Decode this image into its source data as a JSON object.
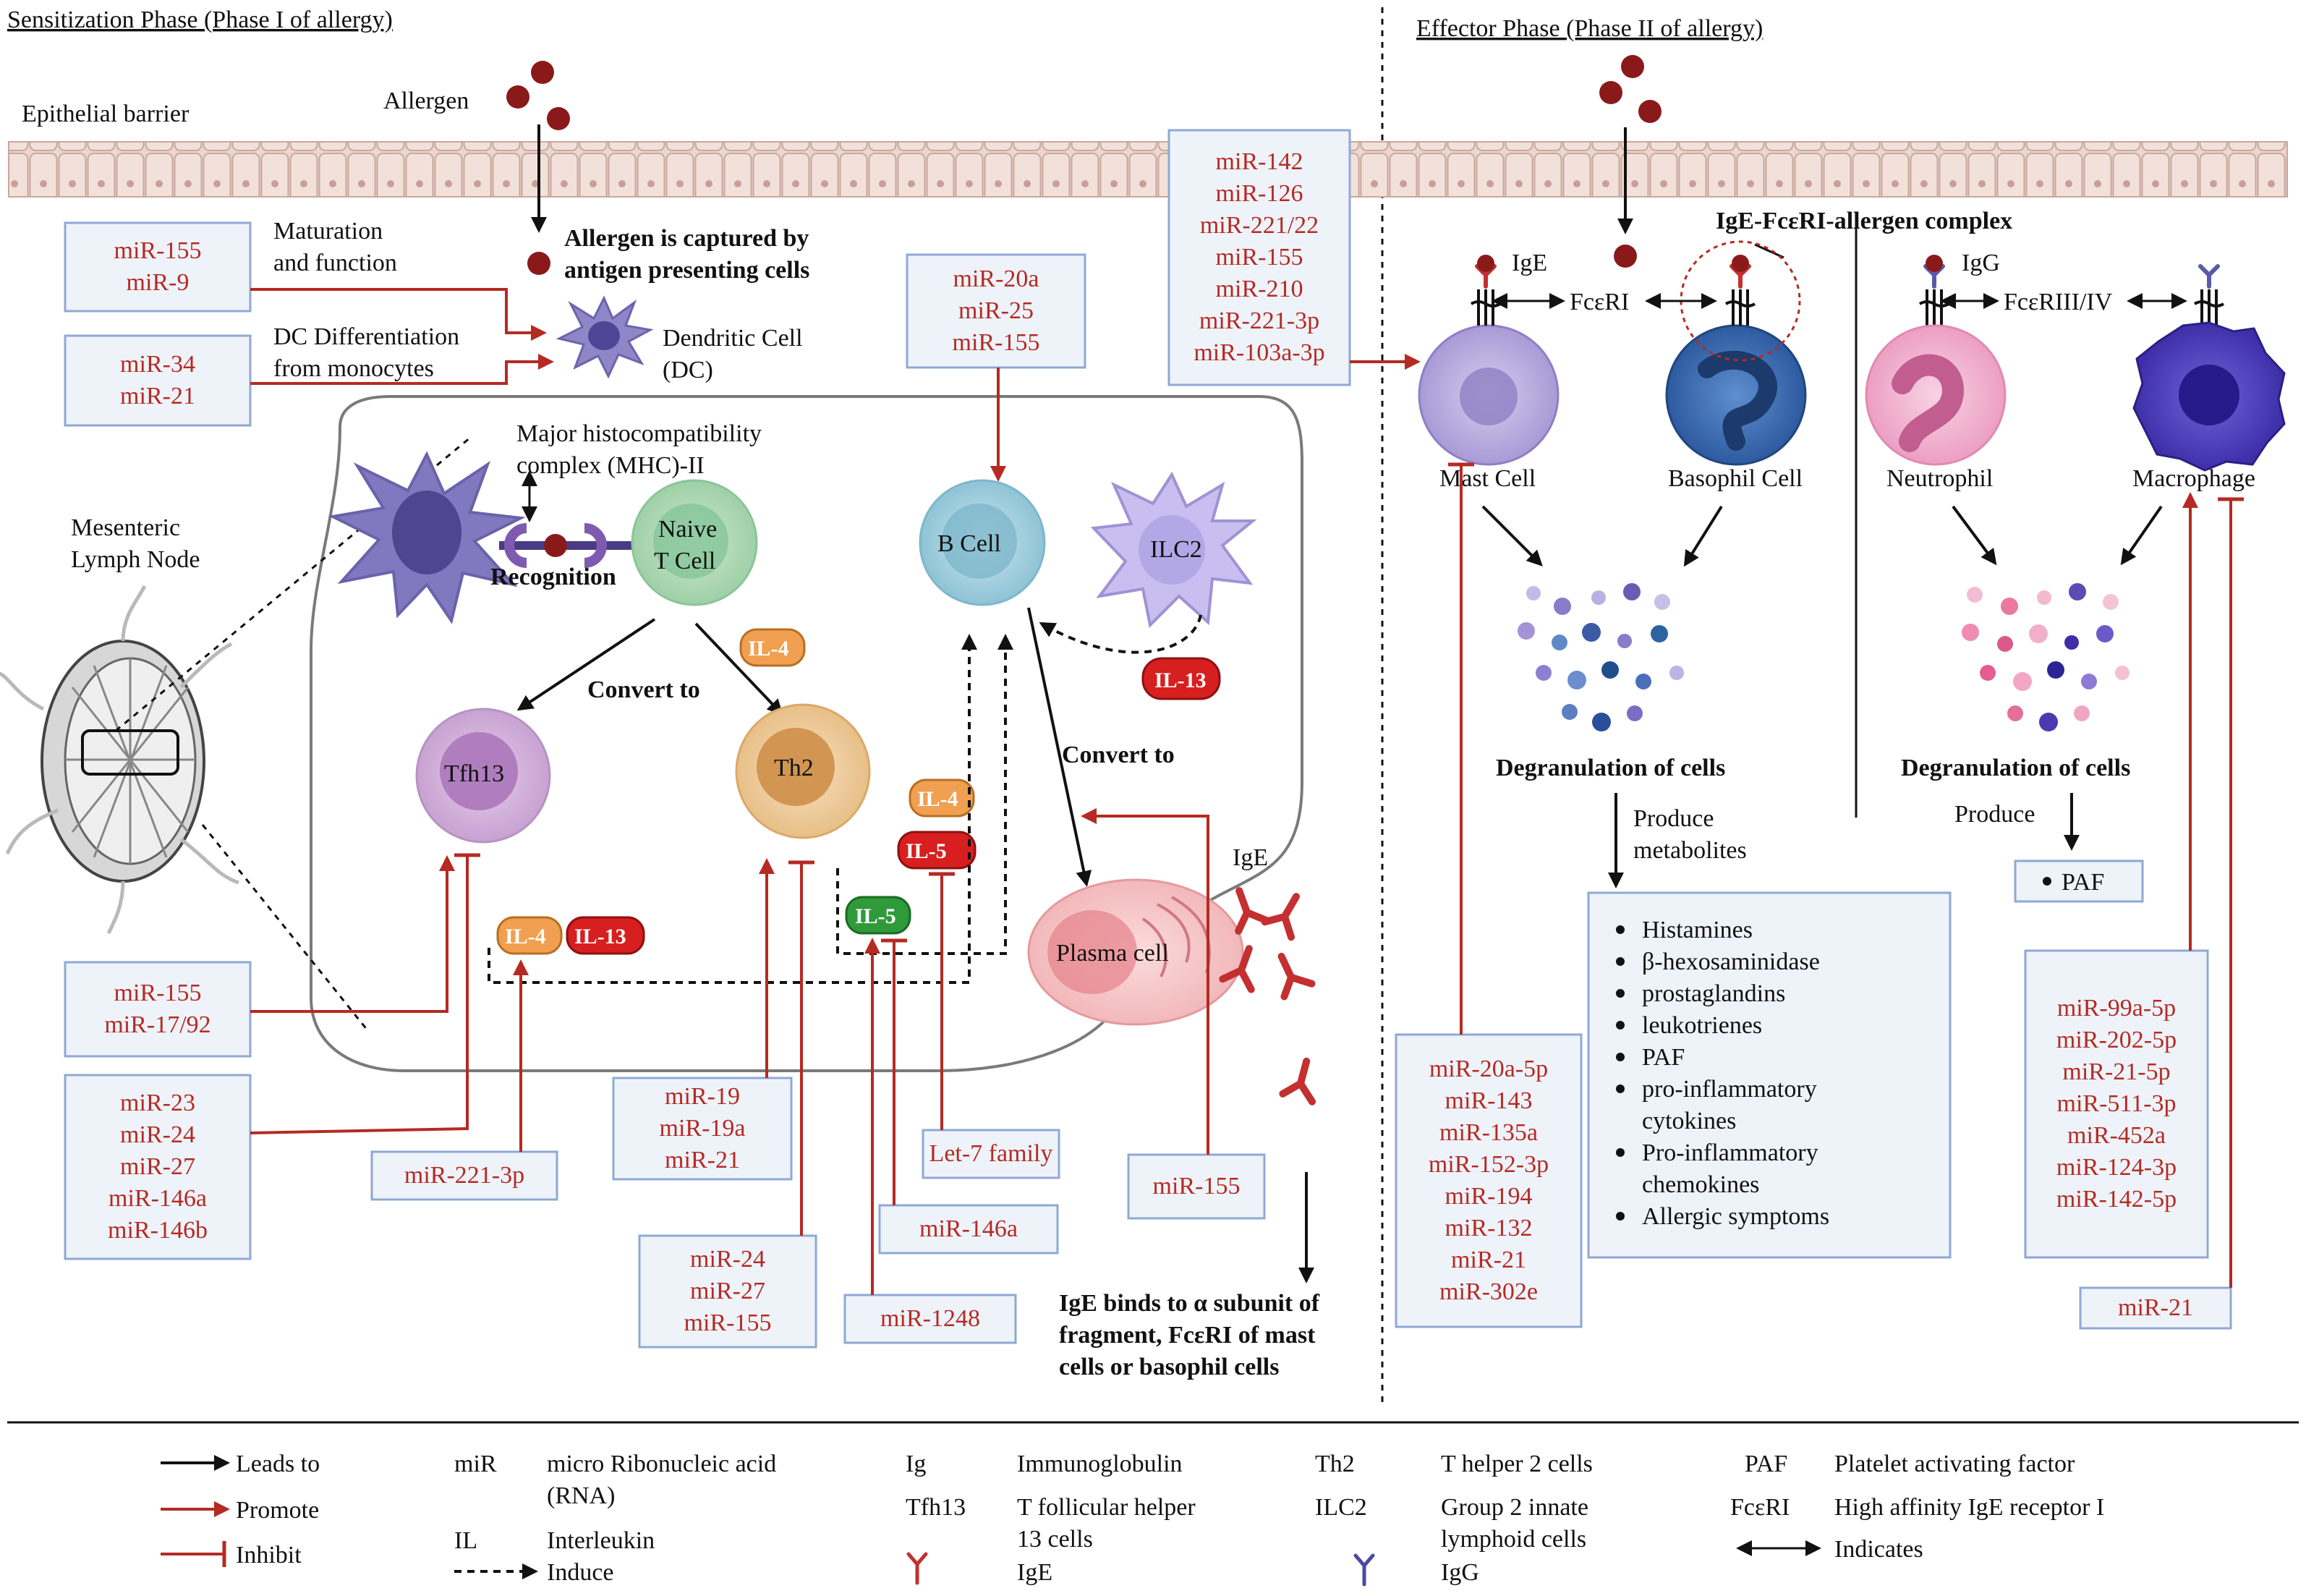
{
  "headers": {
    "left": "Sensitization Phase (Phase I of allergy)",
    "right": "Effector Phase (Phase II of allergy)"
  },
  "labels": {
    "epithelial": "Epithelial barrier",
    "allergen": "Allergen",
    "captured1": "Allergen is captured by",
    "captured2": "antigen presenting cells",
    "maturation1": "Maturation",
    "maturation2": "and function",
    "dcdiff1": "DC Differentiation",
    "dcdiff2": "from monocytes",
    "dc1": "Dendritic Cell",
    "dc2": "(DC)",
    "mhc1": "Major histocompatibility",
    "mhc2": "complex (MHC)-II",
    "recognition": "Recognition",
    "naive1": "Naive",
    "naive2": "T Cell",
    "mesenteric1": "Mesenteric",
    "mesenteric2": "Lymph Node",
    "convert1": "Convert to",
    "convert2": "Convert to",
    "tfh13": "Tfh13",
    "th2": "Th2",
    "bcell": "B Cell",
    "ilc2": "ILC2",
    "plasma": "Plasma cell",
    "ige_left": "IgE",
    "igebinds1": "IgE binds to α subunit of",
    "igebinds2": "fragment, FcεRI of mast",
    "igebinds3": "cells or basophil cells",
    "complex": "IgE-FcεRI-allergen complex",
    "ige_top": "IgE",
    "fceri": "FcεRI",
    "igg_top": "IgG",
    "fcgr": "FcεRIII/IV",
    "mast": "Mast Cell",
    "basophil": "Basophil Cell",
    "neutrophil": "Neutrophil",
    "macrophage": "Macrophage",
    "degran1": "Degranulation of cells",
    "degran2": "Degranulation of cells",
    "produce_meta1": "Produce",
    "produce_meta2": "metabolites",
    "produce": "Produce"
  },
  "cytokines": {
    "il4_a": "IL-4",
    "il13_a": "IL-13",
    "il4_b": "IL-4",
    "il13_b": "IL-13",
    "il5": "IL-5",
    "il4_c": "IL-4",
    "il13_c": "IL-13"
  },
  "mirs": {
    "box1": [
      "miR-155",
      "miR-9"
    ],
    "box2": [
      "miR-34",
      "miR-21"
    ],
    "box3": [
      "miR-142",
      "miR-126",
      "miR-221/22",
      "miR-155",
      "miR-210",
      "miR-221-3p",
      "miR-103a-3p"
    ],
    "box4": [
      "miR-20a",
      "miR-25",
      "miR-155"
    ],
    "box5": [
      "miR-155",
      "miR-17/92"
    ],
    "box6": [
      "miR-23",
      "miR-24",
      "miR-27",
      "miR-146a",
      "miR-146b"
    ],
    "box7": [
      "miR-221-3p"
    ],
    "box8": [
      "miR-19",
      "miR-19a",
      "miR-21"
    ],
    "box9": [
      "miR-24",
      "miR-27",
      "miR-155"
    ],
    "box10": [
      "Let-7 family"
    ],
    "box11": [
      "miR-146a"
    ],
    "box12": [
      "miR-1248"
    ],
    "box13": [
      "miR-155"
    ],
    "box14": [
      "miR-20a-5p",
      "miR-143",
      "miR-135a",
      "miR-152-3p",
      "miR-194",
      "miR-132",
      "miR-21",
      "miR-302e"
    ],
    "box15": [
      "miR-99a-5p",
      "miR-202-5p",
      "miR-21-5p",
      "miR-511-3p",
      "miR-452a",
      "miR-124-3p",
      "miR-142-5p"
    ],
    "box16": [
      "miR-21"
    ]
  },
  "metabolites": [
    "Histamines",
    "β-hexosaminidase",
    "prostaglandins",
    "leukotrienes",
    "PAF",
    "pro-inflammatory",
    "cytokines",
    "Pro-inflammatory",
    "chemokines",
    "Allergic symptoms"
  ],
  "paf_box": "PAF",
  "legend": {
    "leads": "Leads to",
    "promote": "Promote",
    "inhibit": "Inhibit",
    "induce": "Induce",
    "indicates": "Indicates",
    "miR": "miR",
    "miR_def1": "micro Ribonucleic acid",
    "miR_def2": "(RNA)",
    "IL": "IL",
    "IL_def": "Interleukin",
    "Ig": "Ig",
    "Ig_def": "Immunoglobulin",
    "Tfh13": "Tfh13",
    "Tfh13_def1": "T follicular helper",
    "Tfh13_def2": "13 cells",
    "IgE": "IgE",
    "Th2": "Th2",
    "Th2_def": "T helper 2 cells",
    "ILC2": "ILC2",
    "ILC2_def1": "Group 2 innate",
    "ILC2_def2": "lymphoid cells",
    "IgG": "IgG",
    "PAF": "PAF",
    "PAF_def": "Platelet activating factor",
    "FceRI": "FcεRI",
    "FceRI_def": "High affinity IgE receptor I"
  },
  "colors": {
    "mir_red": "#b52a22",
    "box_border": "#8fa9d3",
    "box_fill": "#eef3fa",
    "il_red": "#d71f1f",
    "il_orange": "#f0a050",
    "il_green": "#2f9a3a"
  }
}
